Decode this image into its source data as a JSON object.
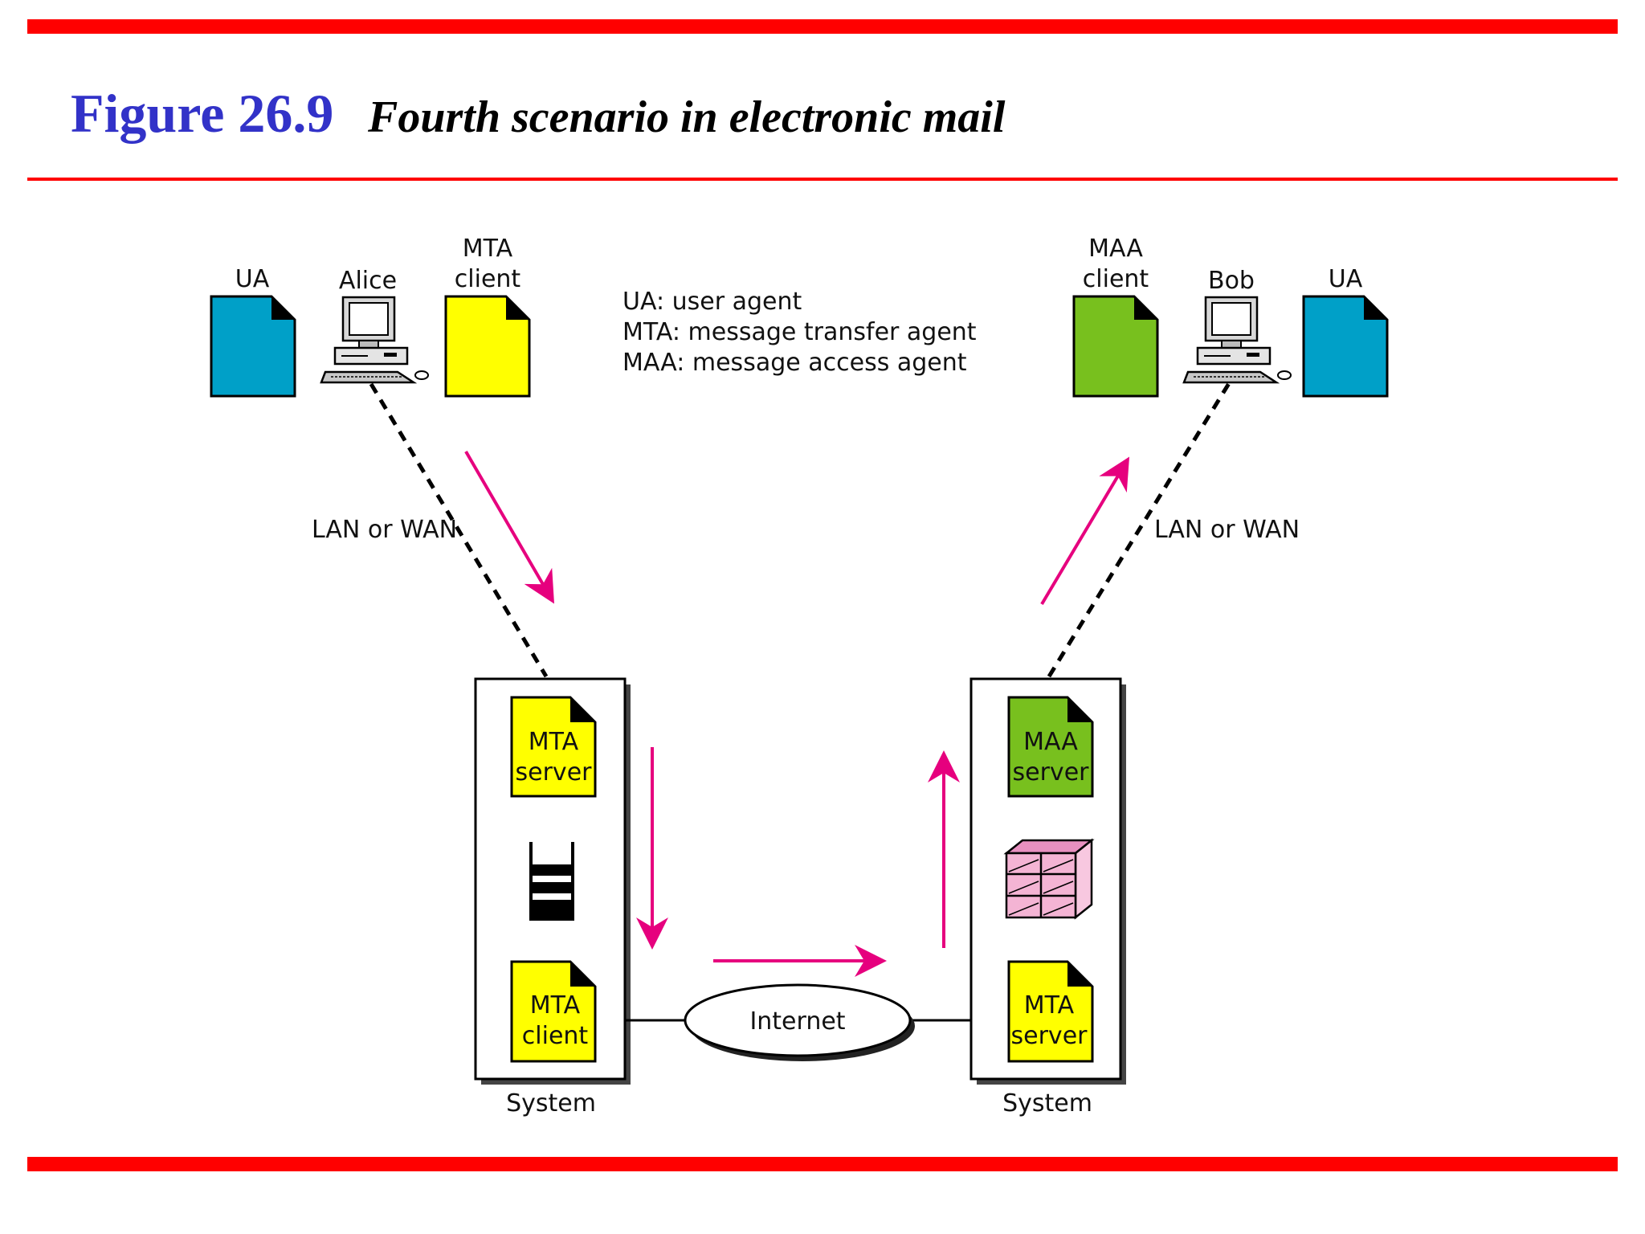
{
  "figure": {
    "number": "Figure 26.9",
    "caption": "Fourth scenario in electronic mail"
  },
  "legend": [
    "UA: user agent",
    "MTA: message transfer agent",
    "MAA: message access agent"
  ],
  "sender": {
    "ua_label": "UA",
    "user_label": "Alice",
    "client_label_1": "MTA",
    "client_label_2": "client",
    "link_label": "LAN or WAN"
  },
  "receiver": {
    "client_label_1": "MAA",
    "client_label_2": "client",
    "user_label": "Bob",
    "ua_label": "UA",
    "link_label": "LAN or WAN"
  },
  "left_system": {
    "server_label_1": "MTA",
    "server_label_2": "server",
    "client_label_1": "MTA",
    "client_label_2": "client",
    "label": "System"
  },
  "right_system": {
    "server_label_1": "MAA",
    "server_label_2": "server",
    "mta_label_1": "MTA",
    "mta_label_2": "server",
    "label": "System"
  },
  "internet_label": "Internet",
  "colors": {
    "rule": "#ff0000",
    "title": "#3232c8",
    "ua": "#00a0c8",
    "mta": "#ffff00",
    "maa": "#78c01e",
    "arrow": "#e6007e",
    "mailbox": "#f4b4d4"
  }
}
